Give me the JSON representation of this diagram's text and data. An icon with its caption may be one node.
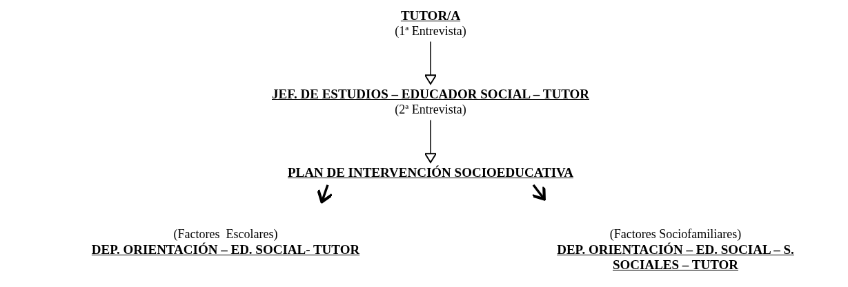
{
  "diagram": {
    "nodes": [
      {
        "text": [
          "TUTOR/A",
          "(1ª Entrevista)"
        ]
      },
      {
        "text": [
          "JEF. DE ESTUDIOS – EDUCADOR SOCIAL – TUTOR",
          "(2ª Entrevista)"
        ]
      },
      {
        "text": [
          "PLAN DE INTERVENCIÓN SOCIOEDUCATIVA"
        ]
      },
      {
        "text": [
          "(Factores  Escolares)",
          "DEP. ORIENTACIÓN – ED. SOCIAL- TUTOR"
        ]
      },
      {
        "text": [
          "(Factores Sociofamiliares)",
          "DEP. ORIENTACIÓN – ED. SOCIAL – S. SOCIALES – TUTOR"
        ]
      }
    ],
    "edges": [
      {
        "from": 0,
        "to": 1,
        "arrow": "to"
      },
      {
        "from": 1,
        "to": 2,
        "arrow": "to"
      },
      {
        "from": 2,
        "to": 3,
        "arrow": "to",
        "style": "thick"
      },
      {
        "from": 2,
        "to": 4,
        "arrow": "to",
        "style": "thick"
      }
    ]
  }
}
